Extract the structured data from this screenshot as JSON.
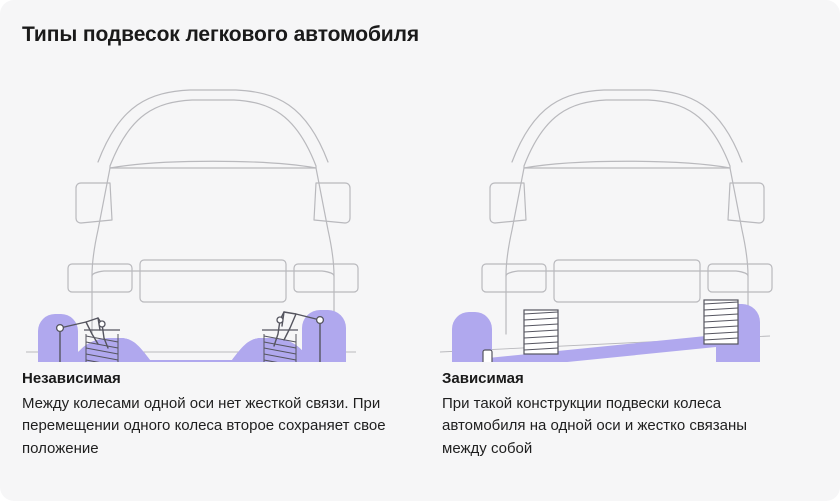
{
  "card": {
    "background": "#f6f6f7",
    "title": "Типы подвесок легкового автомобиля"
  },
  "palette": {
    "accent_purple": "#b0a8ee",
    "accent_purple_stroke": "#9a90e6",
    "outline_gray": "#b9b9bd",
    "detail_stroke": "#55555f",
    "text_primary": "#1a1a1a",
    "background": "#f6f6f7"
  },
  "panels": [
    {
      "id": "independent",
      "illustration": "car-front-view-independent-suspension",
      "type": "Независимая",
      "parts": {
        "wheels": 2,
        "springs": 2,
        "crossmember": "dipped-subframe",
        "control_arms": 4
      }
    },
    {
      "id": "dependent",
      "illustration": "car-front-view-dependent-suspension",
      "type": "Зависимая",
      "parts": {
        "wheels": 2,
        "springs": 2,
        "beam_axle": "solid-straight-beam",
        "control_arms": 0
      }
    }
  ],
  "captions": [
    {
      "heading": "Независимая",
      "body": "Между колесами одной оси нет жесткой связи. При перемещении одного колеса второе сохраняет свое положение"
    },
    {
      "heading": "Зависимая",
      "body": "При такой конструкции подвески колеса автомобиля на одной оси и жестко связаны между собой"
    }
  ]
}
